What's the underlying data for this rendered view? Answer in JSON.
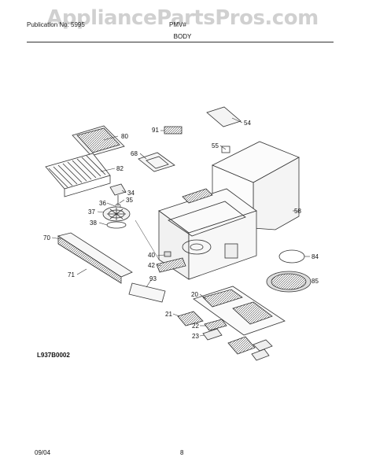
{
  "header": {
    "left_text": "Publication No: 5995",
    "center_text": "PMV#",
    "section_title": "BODY",
    "watermark": "AppliancePartsPros.com"
  },
  "callouts": [
    "80",
    "91",
    "54",
    "55",
    "68",
    "82",
    "34",
    "36",
    "35",
    "37",
    "38",
    "70",
    "40",
    "42",
    "93",
    "71",
    "58",
    "84",
    "85",
    "20",
    "21",
    "22",
    "23"
  ],
  "figure_code": "L937B0002",
  "footer": {
    "date": "09/04",
    "page": "8"
  }
}
